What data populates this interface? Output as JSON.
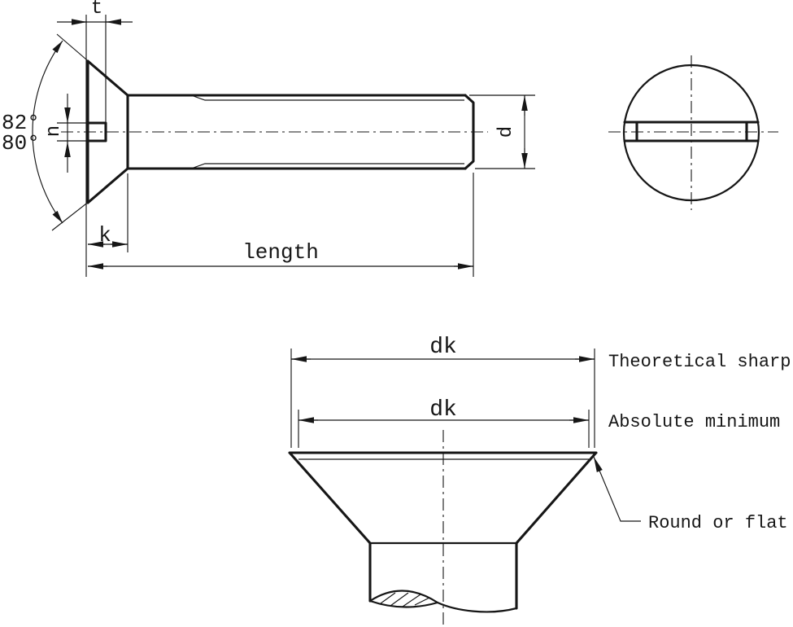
{
  "side_view": {
    "labels": {
      "slot_depth": "t",
      "slot_width": "n",
      "head_height": "k",
      "length": "length",
      "diameter": "d",
      "angle_upper": "82°",
      "angle_lower": "80°"
    }
  },
  "detail_view": {
    "labels": {
      "dk_theoretical": "dk",
      "dk_minimum": "dk"
    },
    "annotations": {
      "theoretical_sharp": "Theoretical sharp",
      "absolute_minimum": "Absolute minimum",
      "round_or_flat": "Round or flat"
    }
  },
  "colors": {
    "line": "#161616",
    "background": "#ffffff"
  }
}
